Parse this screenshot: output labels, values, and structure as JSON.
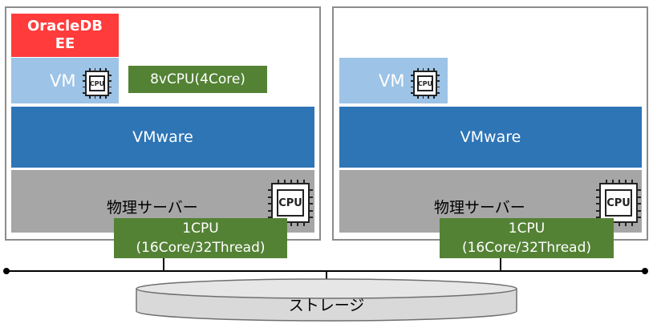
{
  "servers": [
    {
      "oracle_label_1": "OracleDB",
      "oracle_label_2": "EE",
      "vm_label": "VM",
      "vm_cpu_icon": "CPU",
      "vcpu_label": "8vCPU(4Core)",
      "vmware_label": "VMware",
      "physical_label": "物理サーバー",
      "cpu_icon": "CPU",
      "cpu_line_1": "1CPU",
      "cpu_line_2": "(16Core/32Thread)"
    },
    {
      "vm_label": "VM",
      "vm_cpu_icon": "CPU",
      "vmware_label": "VMware",
      "physical_label": "物理サーバー",
      "cpu_icon": "CPU",
      "cpu_line_1": "1CPU",
      "cpu_line_2": "(16Core/32Thread)"
    }
  ],
  "storage": {
    "label": "ストレージ"
  },
  "colors": {
    "oracle": "#ff3b3b",
    "vm": "#9dc3e6",
    "vmware": "#2e75b6",
    "physical": "#a6a6a6",
    "callout": "#548235",
    "storage": "#d9d9d9"
  }
}
